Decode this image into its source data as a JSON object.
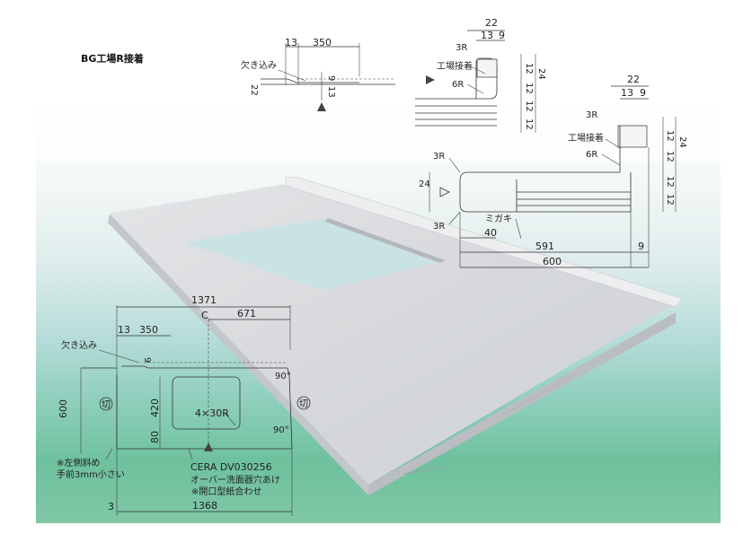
{
  "title": "BG工場R接着",
  "top_detail": {
    "notch_label": "欠き込み",
    "dim_13": "13",
    "dim_350": "350",
    "dim_22": "22",
    "dim_9": "9",
    "dim_13v": "13"
  },
  "section_small": {
    "dim_22": "22",
    "dim_13": "13",
    "dim_9": "9",
    "r3": "3R",
    "factory_bond": "工場接着",
    "r6": "6R",
    "dim_12a": "12",
    "dim_12b": "12",
    "dim_24": "24",
    "dim_12c": "12",
    "dim_12d": "12"
  },
  "section_large": {
    "dim_22": "22",
    "dim_13": "13",
    "dim_9": "9",
    "r3_top": "3R",
    "factory_bond": "工場接着",
    "r6": "6R",
    "r3_left": "3R",
    "r3_bottom": "3R",
    "dim_24_left": "24",
    "migaki": "ミガキ",
    "dim_40": "40",
    "dim_591": "591",
    "dim_9b": "9",
    "dim_600": "600",
    "dim_12a": "12",
    "dim_12b": "12",
    "dim_24": "24",
    "dim_12c": "12",
    "dim_12d": "12"
  },
  "plan": {
    "dim_1371": "1371",
    "center_mark": "C",
    "dim_671": "671",
    "dim_13": "13",
    "dim_350": "350",
    "notch_label": "欠き込み",
    "dim_9": "9",
    "dim_600": "600",
    "cut_mark": "切",
    "cut_mark_right": "切",
    "dim_420": "420",
    "dim_80": "80",
    "radius_label": "4×30R",
    "angle_90a": "90°",
    "angle_90b": "90°",
    "note_left_1": "※左側斜め",
    "note_left_2": "手前3mm小さい",
    "sink_model": "CERA DV030256",
    "sink_desc": "オーバー洗面器穴あけ",
    "template_note": "※開口型紙合わせ",
    "dim_3": "3",
    "dim_1368": "1368"
  },
  "colors": {
    "bg_top": "#ffffff",
    "bg_teal": "#b8e0e4",
    "bg_green": "#5fbf9a",
    "counter": "#d8dadd",
    "counter_shade": "#b9bcc0"
  }
}
